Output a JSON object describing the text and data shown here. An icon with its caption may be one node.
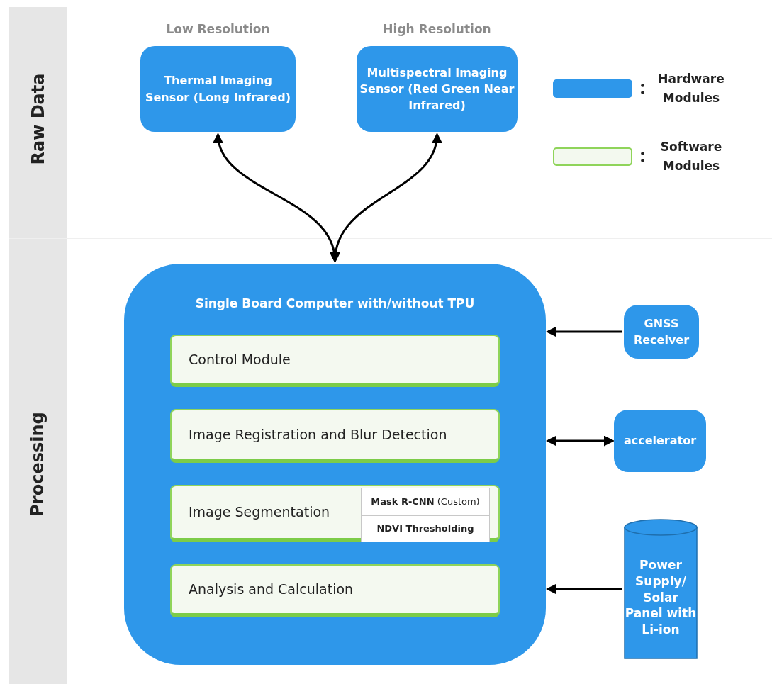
{
  "diagram": {
    "nodes": [
      {
        "text": [
          "Thermal Imaging Sensor (Long Infrared)"
        ],
        "beside": [
          "Low Resolution"
        ]
      },
      {
        "text": [
          "Multispectral Imaging Sensor (Red Green Near Infrared)"
        ],
        "beside": [
          "High Resolution"
        ]
      },
      {
        "text": [
          "Single Board Computer with/without TPU"
        ]
      },
      {
        "text": [
          "Control Module"
        ],
        "in": 2
      },
      {
        "text": [
          "Image Registration and Blur Detection"
        ],
        "in": 2
      },
      {
        "text": [
          "Image Segmentation"
        ],
        "in": 2
      },
      {
        "text": [
          "**Mask R-CNN** (Custom)"
        ],
        "in": 5
      },
      {
        "text": [
          "NDVI Thresholding"
        ],
        "in": 5
      },
      {
        "text": [
          "Analysis and Calculation"
        ],
        "in": 2
      },
      {
        "text": [
          "GNSS Receiver"
        ]
      },
      {
        "text": [
          "accelerator"
        ]
      },
      {
        "text": [
          "Power Supply/ Solar Panel with Li-ion"
        ]
      }
    ],
    "edges": [
      {
        "from": 0,
        "to": 2,
        "arrow": "both"
      },
      {
        "from": 1,
        "to": 2,
        "arrow": "both"
      },
      {
        "from": 9,
        "to": 2,
        "arrow": "to"
      },
      {
        "from": 10,
        "to": 2,
        "arrow": "both"
      },
      {
        "from": 11,
        "to": 2,
        "arrow": "to"
      }
    ],
    "labels": [
      "Raw Data",
      "Processing"
    ],
    "legend": [
      {
        "text": "Hardware Modules",
        "color": "#2e97ea"
      },
      {
        "text": "Software Modules",
        "color": "#f3f9ef"
      }
    ]
  }
}
